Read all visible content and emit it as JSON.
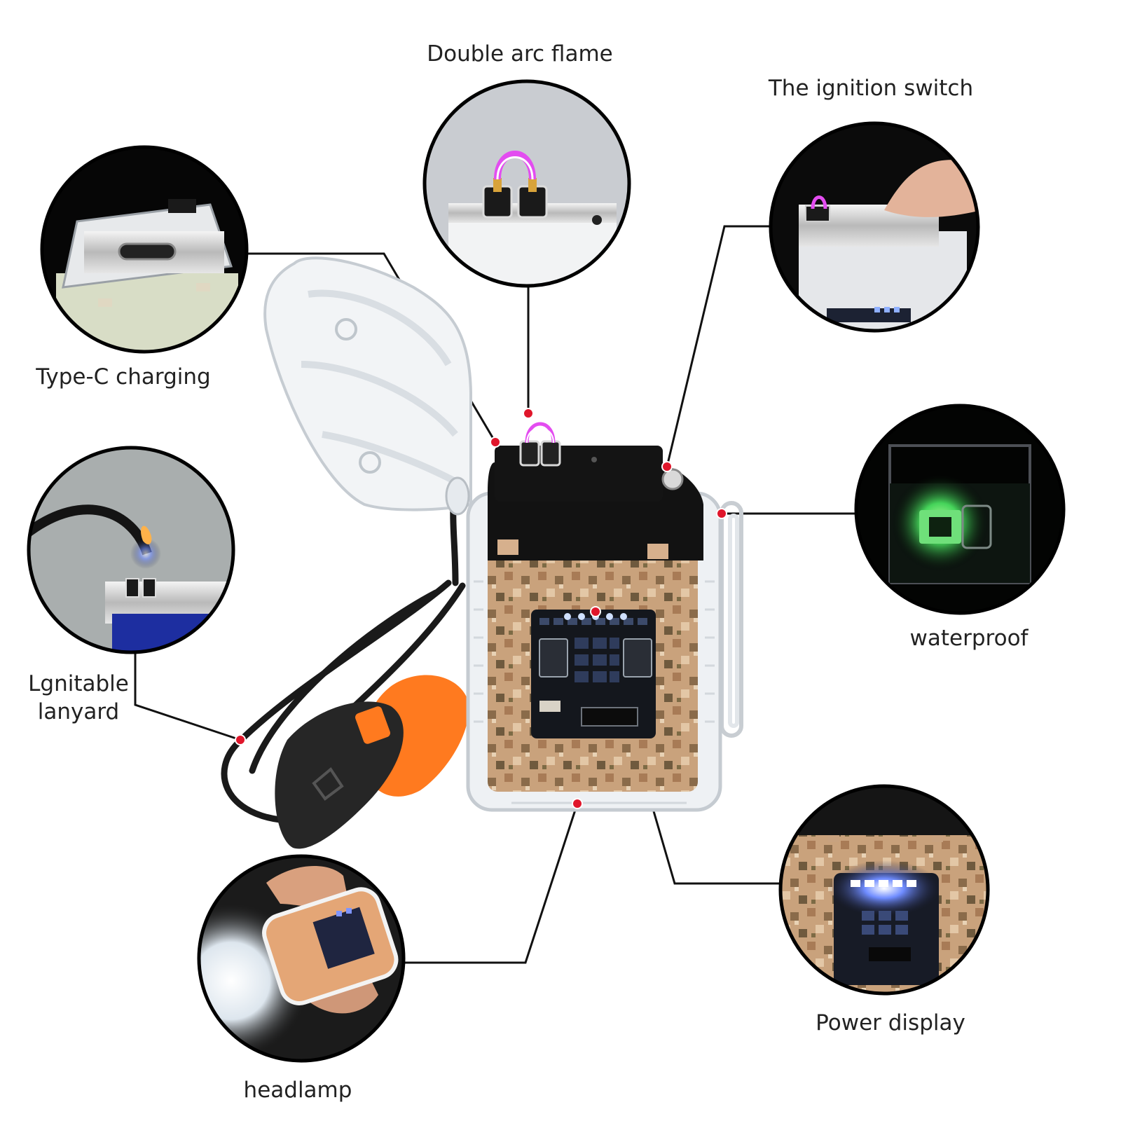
{
  "features": {
    "double_arc": {
      "label": "Double arc flame",
      "icon": "double-arc-electrodes-icon"
    },
    "ignition": {
      "label": "The ignition switch",
      "icon": "ignition-button-icon"
    },
    "type_c": {
      "label": "Type-C charging",
      "icon": "usb-c-port-icon"
    },
    "waterproof": {
      "label": "waterproof",
      "icon": "submerged-lighter-icon"
    },
    "lanyard": {
      "line1": "Lgnitable",
      "line2": "lanyard",
      "icon": "burning-lanyard-icon"
    },
    "power": {
      "label": "Power display",
      "icon": "battery-led-indicator-icon"
    },
    "headlamp": {
      "label": "headlamp",
      "icon": "flashlight-beam-icon"
    }
  },
  "colors": {
    "leader_line": "#111111",
    "marker_dot": "#e0162b",
    "arc": "#e34df0",
    "camo_base": "#c9a27c",
    "lid_black": "#121212"
  }
}
